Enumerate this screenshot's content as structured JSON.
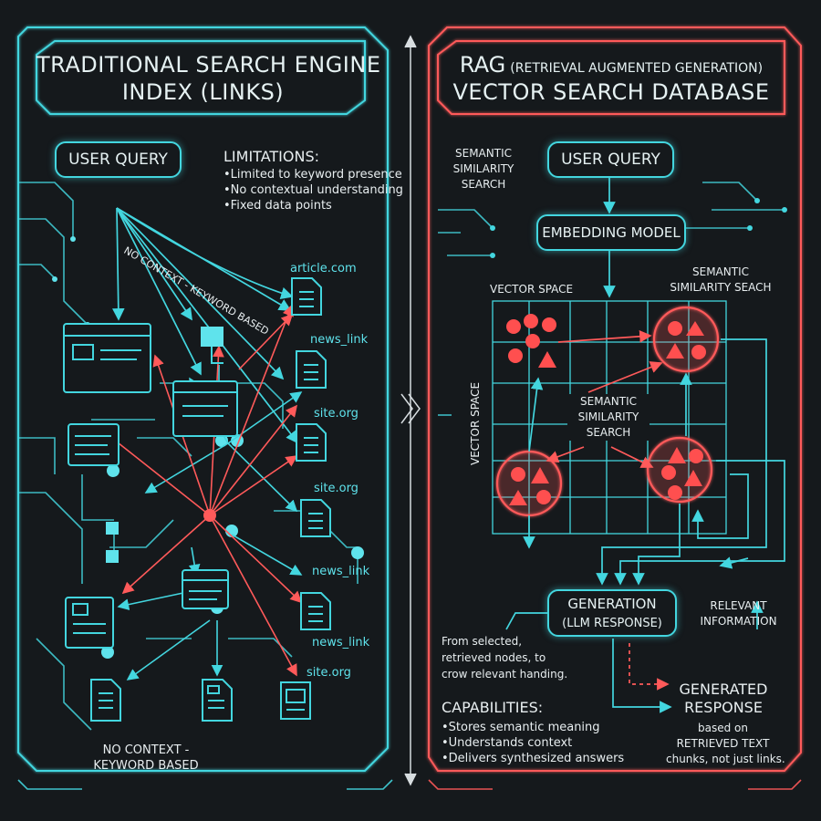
{
  "left": {
    "title_line1": "TRADITIONAL SEARCH ENGINE",
    "title_line2": "INDEX (LINKS)",
    "user_query": "USER QUERY",
    "limitations_heading": "LIMITATIONS:",
    "limitations": [
      "Limited to keyword presence",
      "No contextual understanding",
      "Fixed data points"
    ],
    "diagonal_label": "NO CONTEXT - KEYWORD BASED",
    "links": [
      "article.com",
      "news_link",
      "site.org",
      "site.org",
      "news_link",
      "news_link",
      "site.org"
    ],
    "bottom_label_line1": "NO CONTEXT -",
    "bottom_label_line2": "KEYWORD BASED"
  },
  "right": {
    "title_line1_main": "RAG",
    "title_line1_sub": "(RETRIEVAL AUGMENTED GENERATION)",
    "title_line2": "VECTOR SEARCH DATABASE",
    "semantic_top_left": [
      "SEMANTIC",
      "SIMILARITY",
      "SEARCH"
    ],
    "user_query": "USER QUERY",
    "embedding_model": "EMBEDDING MODEL",
    "vector_space_top": "VECTOR SPACE",
    "vector_space_side": "VECTOR SPACE",
    "semantic_top_right": [
      "SEMANTIC",
      "SIMILARITY SEACH"
    ],
    "semantic_center": [
      "SEMANTIC",
      "SIMILARITY",
      "SEARCH"
    ],
    "generation": [
      "GENERATION",
      "(LLM RESPONSE)"
    ],
    "relevant_info": [
      "RELEVANT",
      "INFORMATION"
    ],
    "from_selected": [
      "From selected,",
      "retrieved nodes, to",
      "crow relevant handing."
    ],
    "generated_response": [
      "GENERATED",
      "RESPONSE"
    ],
    "based_on": [
      "based on",
      "RETRIEVED TEXT",
      "chunks, not just links."
    ],
    "capabilities_heading": "CAPABILITIES:",
    "capabilities": [
      "Stores semantic meaning",
      "Understands context",
      "Delivers synthesized answers"
    ]
  },
  "colors": {
    "background": "#15191c",
    "cyan": "#43d6df",
    "red": "#ff5a5a",
    "text": "#e6f2f3"
  }
}
